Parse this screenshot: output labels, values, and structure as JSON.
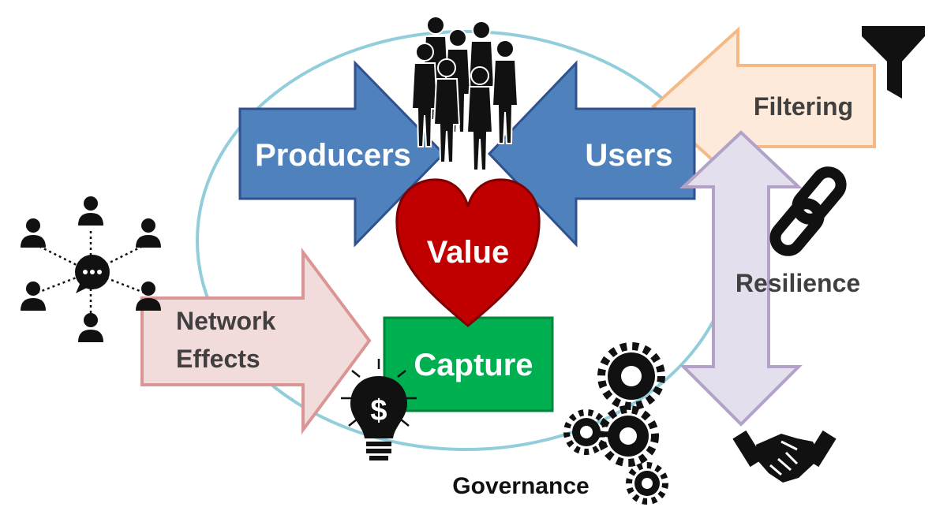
{
  "labels": {
    "producers": "Producers",
    "users": "Users",
    "value": "Value",
    "capture": "Capture",
    "filtering": "Filtering",
    "resilience": "Resilience",
    "network_effects_line1": "Network",
    "network_effects_line2": "Effects",
    "governance": "Governance"
  },
  "icons": {
    "people_group": "people-crowd-icon",
    "network": "social-network-icon",
    "lightbulb": "dollar-lightbulb-icon",
    "funnel": "funnel-icon",
    "chain": "chain-link-icon",
    "gears": "gears-icon",
    "handshake": "handshake-icon"
  },
  "colors": {
    "producers_arrow": "#4F81BD",
    "users_arrow": "#4F81BD",
    "heart": "#C00000",
    "capture_box": "#00B050",
    "filtering_arrow": "#FDEADA",
    "resilience_arrow": "#E4DFEC",
    "network_arrow": "#F2DCDB",
    "ellipse": "#92CDDC"
  }
}
